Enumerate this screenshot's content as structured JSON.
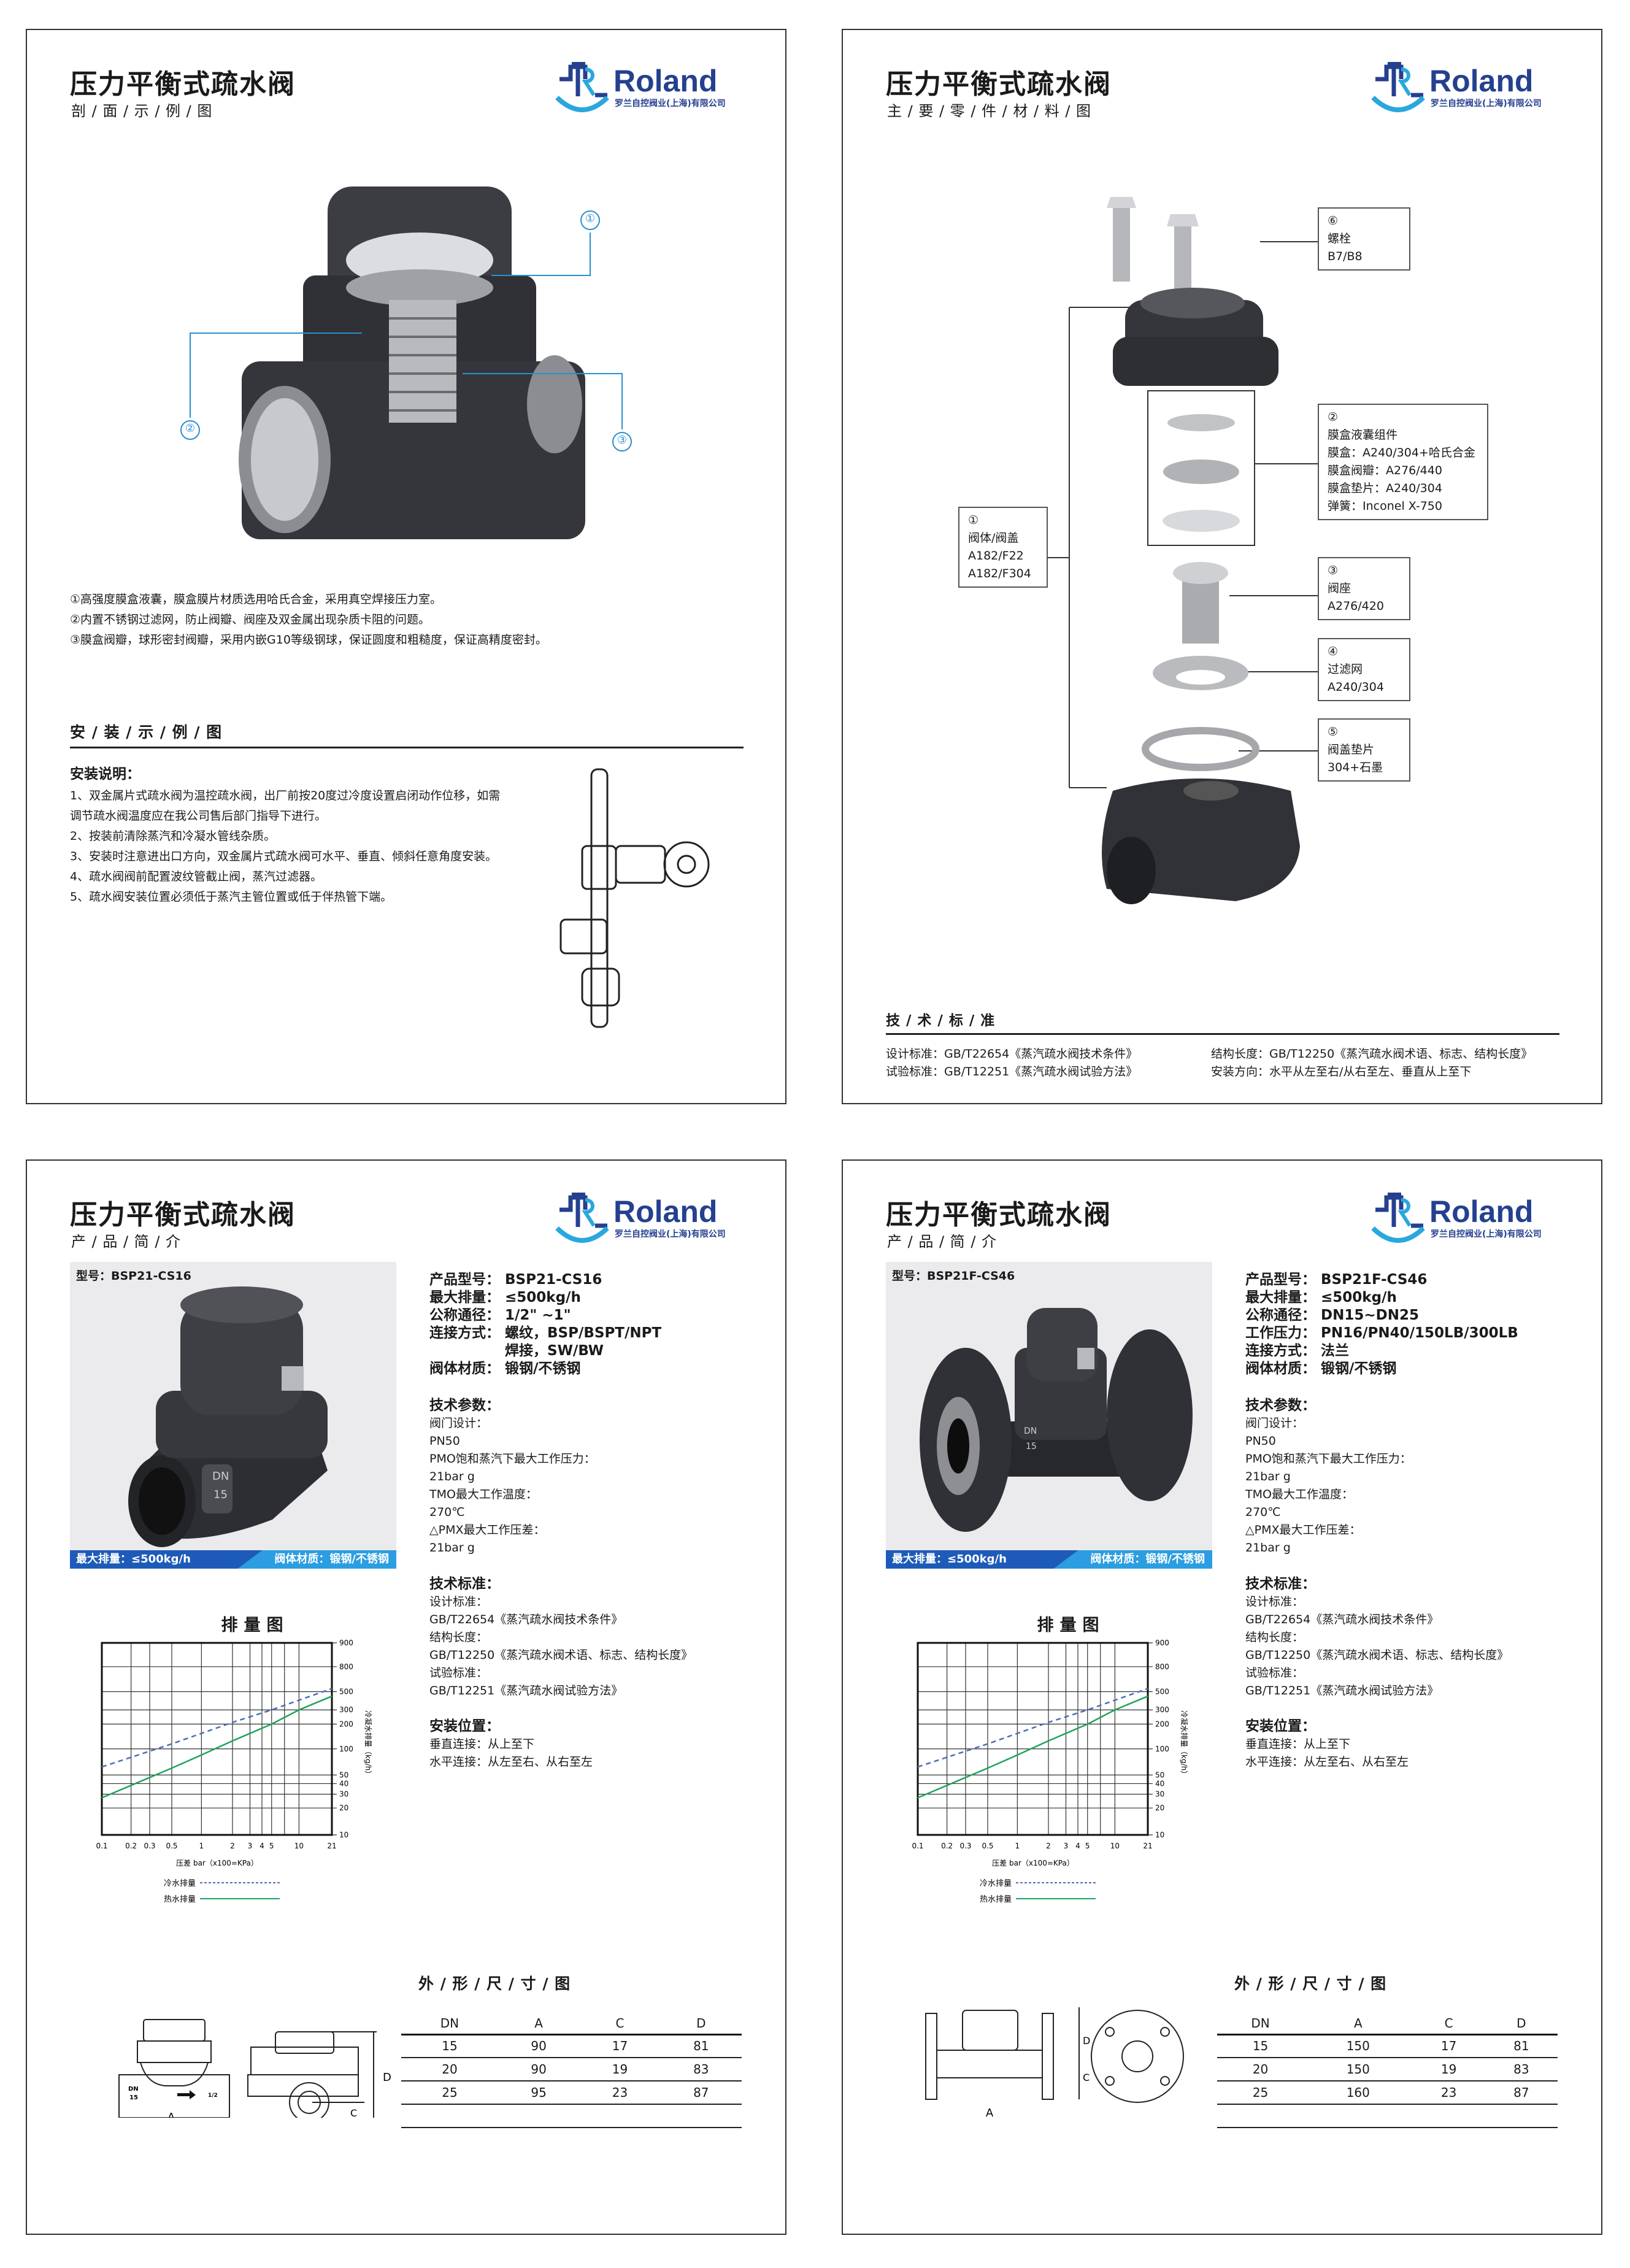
{
  "brand": {
    "name": "Roland",
    "company": "罗兰自控阀业(上海)有限公司",
    "primary_color": "#25408f",
    "accent_color": "#2aa7df"
  },
  "pages": [
    {
      "title": "压力平衡式疏水阀",
      "subtitle": "剖 / 面 / 示 / 例 / 图",
      "callouts": [
        "①",
        "②",
        "③"
      ],
      "features": [
        "①高强度膜盒液囊，膜盒膜片材质选用哈氏合金，采用真空焊接压力室。",
        "②内置不锈钢过滤网，防止阀瓣、阀座及双金属出现杂质卡阻的问题。",
        "③膜盒阀瓣，球形密封阀瓣，采用内嵌G10等级钢球，保证圆度和粗糙度，保证高精度密封。"
      ],
      "install_section": "安 / 装 / 示 / 例 / 图",
      "install_heading": "安装说明：",
      "install_notes": [
        "1、双金属片式疏水阀为温控疏水阀，出厂前按20度过冷度设置启闭动作位移，如需",
        "调节疏水阀温度应在我公司售后部门指导下进行。",
        "2、按装前清除蒸汽和冷凝水管线杂质。",
        "3、安装时注意进出口方向，双金属片式疏水阀可水平、垂直、倾斜任意角度安装。",
        "4、疏水阀阀前配置波纹管截止阀，蒸汽过滤器。",
        "5、疏水阀安装位置必须低于蒸汽主管位置或低于伴热管下端。"
      ]
    },
    {
      "title": "压力平衡式疏水阀",
      "subtitle": "主 / 要 / 零 / 件 / 材 / 料 / 图",
      "parts": [
        {
          "no": "①",
          "lines": [
            "阀体/阀盖",
            "A182/F22",
            "A182/F304"
          ]
        },
        {
          "no": "②",
          "lines": [
            "膜盒液囊组件",
            "膜盒：A240/304+哈氏合金",
            "膜盒阀瓣：A276/440",
            "膜盒垫片：A240/304",
            "弹簧：Inconel X-750"
          ]
        },
        {
          "no": "③",
          "lines": [
            "阀座",
            "A276/420"
          ]
        },
        {
          "no": "④",
          "lines": [
            "过滤网",
            "A240/304"
          ]
        },
        {
          "no": "⑤",
          "lines": [
            "阀盖垫片",
            "304+石墨"
          ]
        },
        {
          "no": "⑥",
          "lines": [
            "螺栓",
            "B7/B8"
          ]
        }
      ],
      "standards_section": "技 / 术 / 标 / 准",
      "standards": [
        "设计标准：GB/T22654《蒸汽疏水阀技术条件》",
        "试验标准：GB/T12251《蒸汽疏水阀试验方法》",
        "结构长度：GB/T12250《蒸汽疏水阀术语、标志、结构长度》",
        "安装方向：水平从左至右/从右至左、垂直从上至下"
      ]
    },
    {
      "title": "压力平衡式疏水阀",
      "subtitle": "产 / 品 / 简 / 介",
      "model_label": "型号：BSP21-CS16",
      "band_left": "最大排量：≤500kg/h",
      "band_right": "阀体材质：锻钢/不锈钢",
      "valve_marking": [
        "DN",
        "15"
      ],
      "specs": [
        [
          "产品型号：",
          "BSP21-CS16"
        ],
        [
          "最大排量：",
          "≤500kg/h"
        ],
        [
          "公称通径：",
          "1/2\" ~1\""
        ],
        [
          "连接方式：",
          "螺纹，BSP/BSPT/NPT"
        ],
        [
          "",
          "焊接，SW/BW"
        ],
        [
          "阀体材质：",
          "锻钢/不锈钢"
        ]
      ],
      "tech_heading": "技术参数：",
      "tech": [
        "阀门设计：",
        "PN50",
        "PMO饱和蒸汽下最大工作压力：",
        "21bar g",
        "TMO最大工作温度：",
        "270℃",
        "△PMX最大工作压差：",
        "21bar g"
      ],
      "std_heading": "技术标准：",
      "std": [
        "设计标准：",
        "GB/T22654《蒸汽疏水阀技术条件》",
        "结构长度：",
        "GB/T12250《蒸汽疏水阀术语、标志、结构长度》",
        "试验标准：",
        "GB/T12251《蒸汽疏水阀试验方法》"
      ],
      "pos_heading": "安装位置：",
      "pos": [
        "垂直连接：从上至下",
        "水平连接：从左至右、从右至左"
      ],
      "dim_section": "外 / 形 / 尺 / 寸 / 图",
      "dim_labels": {
        "a": "A",
        "c": "C",
        "d": "D",
        "dn": "DN",
        "dn_value": "15",
        "size_mark": "1/2"
      },
      "table": {
        "headers": [
          "DN",
          "A",
          "C",
          "D"
        ],
        "rows": [
          [
            "15",
            "90",
            "17",
            "81"
          ],
          [
            "20",
            "90",
            "19",
            "83"
          ],
          [
            "25",
            "95",
            "23",
            "87"
          ]
        ]
      }
    },
    {
      "title": "压力平衡式疏水阀",
      "subtitle": "产 / 品 / 简 / 介",
      "model_label": "型号：BSP21F-CS46",
      "band_left": "最大排量：≤500kg/h",
      "band_right": "阀体材质：锻钢/不锈钢",
      "valve_marking": [
        "DN",
        "15"
      ],
      "specs": [
        [
          "产品型号：",
          "BSP21F-CS46"
        ],
        [
          "最大排量：",
          "≤500kg/h"
        ],
        [
          "公称通径：",
          "DN15~DN25"
        ],
        [
          "工作压力：",
          "PN16/PN40/150LB/300LB"
        ],
        [
          "连接方式：",
          "法兰"
        ],
        [
          "阀体材质：",
          "锻钢/不锈钢"
        ]
      ],
      "tech_heading": "技术参数：",
      "tech": [
        "阀门设计：",
        "PN50",
        "PMO饱和蒸汽下最大工作压力：",
        "21bar g",
        "TMO最大工作温度：",
        "270℃",
        "△PMX最大工作压差：",
        "21bar g"
      ],
      "std_heading": "技术标准：",
      "std": [
        "设计标准：",
        "GB/T22654《蒸汽疏水阀技术条件》",
        "结构长度：",
        "GB/T12250《蒸汽疏水阀术语、标志、结构长度》",
        "试验标准：",
        "GB/T12251《蒸汽疏水阀试验方法》"
      ],
      "pos_heading": "安装位置：",
      "pos": [
        "垂直连接：从上至下",
        "水平连接：从左至右、从右至左"
      ],
      "dim_section": "外 / 形 / 尺 / 寸 / 图",
      "dim_labels": {
        "a": "A",
        "c": "C",
        "d": "D"
      },
      "table": {
        "headers": [
          "DN",
          "A",
          "C",
          "D"
        ],
        "rows": [
          [
            "15",
            "150",
            "17",
            "81"
          ],
          [
            "20",
            "150",
            "19",
            "83"
          ],
          [
            "25",
            "160",
            "23",
            "87"
          ]
        ]
      }
    }
  ],
  "chart_data": [
    {
      "type": "line",
      "title": "排量图",
      "xlabel": "压差 bar（x100=KPa）",
      "ylabel": "冷凝水排量（kg/h）",
      "x_ticks": [
        0.1,
        0.2,
        0.3,
        0.5,
        1,
        2,
        3,
        4,
        5,
        10,
        21
      ],
      "y_ticks": [
        10,
        20,
        30,
        40,
        50,
        100,
        200,
        300,
        500,
        800,
        900
      ],
      "xlim": [
        0.1,
        21
      ],
      "ylim": [
        10,
        900
      ],
      "grid": true,
      "legend": "bottom",
      "series": [
        {
          "name": "冷水排量",
          "style": "dashed",
          "color": "#4a6fb3",
          "x": [
            0.1,
            0.5,
            2,
            5,
            21
          ],
          "y": [
            62,
            115,
            210,
            300,
            530
          ]
        },
        {
          "name": "热水排量",
          "style": "solid",
          "color": "#1fa35a",
          "x": [
            0.1,
            0.5,
            1,
            2,
            5,
            10,
            21
          ],
          "y": [
            27,
            60,
            85,
            125,
            200,
            300,
            440
          ]
        }
      ]
    },
    {
      "type": "line",
      "title": "排量图",
      "xlabel": "压差 bar（x100=KPa）",
      "ylabel": "冷凝水排量（kg/h）",
      "x_ticks": [
        0.1,
        0.2,
        0.3,
        0.5,
        1,
        2,
        3,
        4,
        5,
        10,
        21
      ],
      "y_ticks": [
        10,
        20,
        30,
        40,
        50,
        100,
        200,
        300,
        500,
        800,
        900
      ],
      "xlim": [
        0.1,
        21
      ],
      "ylim": [
        10,
        900
      ],
      "grid": true,
      "legend": "bottom",
      "series": [
        {
          "name": "冷水排量",
          "style": "dashed",
          "color": "#4a6fb3",
          "x": [
            0.1,
            0.5,
            2,
            5,
            21
          ],
          "y": [
            62,
            115,
            210,
            300,
            530
          ]
        },
        {
          "name": "热水排量",
          "style": "solid",
          "color": "#1fa35a",
          "x": [
            0.1,
            0.5,
            1,
            2,
            5,
            10,
            21
          ],
          "y": [
            27,
            60,
            85,
            125,
            200,
            300,
            440
          ]
        }
      ]
    }
  ]
}
